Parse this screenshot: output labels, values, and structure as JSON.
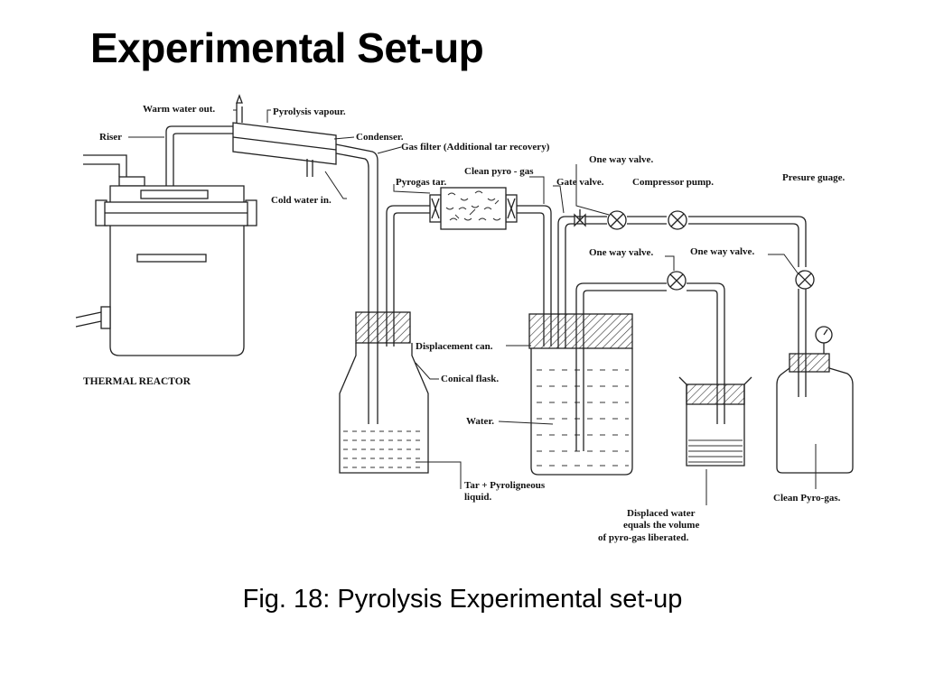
{
  "title": "Experimental Set-up",
  "caption": "Fig. 18: Pyrolysis Experimental set-up",
  "labels": {
    "warm_water_out": "Warm water out.",
    "pyrolysis_vapour": "Pyrolysis vapour.",
    "riser": "Riser",
    "condenser": "Condenser.",
    "gas_filter": "Gas filter (Additional tar recovery)",
    "one_way_valve_top": "One way valve.",
    "clean_pyro_gas_pipe": "Clean pyro - gas",
    "pyrogas_tar": "Pyrogas tar.",
    "gate_valve": "Gate valve.",
    "compressor_pump": "Compressor pump.",
    "pressure_gauge": "Presure guage.",
    "cold_water_in": "Cold water in.",
    "one_way_valve_left": "One way valve.",
    "one_way_valve_right": "One way valve.",
    "displacement_can": "Displacement can.",
    "conical_flask": "Conical flask.",
    "thermal_reactor": "THERMAL REACTOR",
    "water": "Water.",
    "tar_liquid_1": "Tar + Pyroligneous",
    "tar_liquid_2": "liquid.",
    "displaced_1": "Displaced water",
    "displaced_2": "equals the volume",
    "displaced_3": "of pyro-gas liberated.",
    "clean_pyro_gas": "Clean Pyro-gas."
  }
}
